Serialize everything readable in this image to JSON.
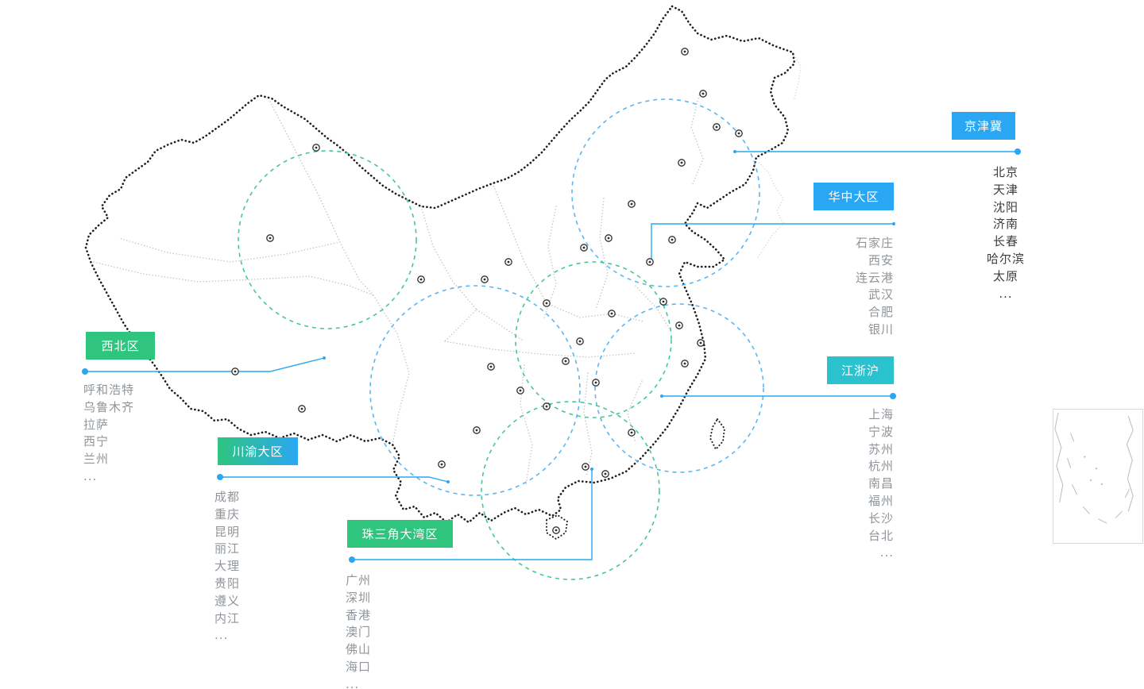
{
  "colors": {
    "blue": "#2aa7f2",
    "green": "#2fc57f",
    "teal": "#2bc2cf"
  },
  "regions": [
    {
      "id": "jingjinji",
      "label": "京津冀",
      "color": "#2aa7f2",
      "cities": [
        "北京",
        "天津",
        "沈阳",
        "济南",
        "长春",
        "哈尔滨",
        "太原",
        "..."
      ]
    },
    {
      "id": "huazhong",
      "label": "华中大区",
      "color": "#2aa7f2",
      "cities": [
        "石家庄",
        "西安",
        "连云港",
        "武汉",
        "合肥",
        "银川"
      ]
    },
    {
      "id": "xibei",
      "label": "西北区",
      "color": "#2fc57f",
      "cities": [
        "呼和浩特",
        "乌鲁木齐",
        "拉萨",
        "西宁",
        "兰州",
        "..."
      ]
    },
    {
      "id": "jiangzhehu",
      "label": "江浙沪",
      "color": "#2bc2cf",
      "cities": [
        "上海",
        "宁波",
        "苏州",
        "杭州",
        "南昌",
        "福州",
        "长沙",
        "台北",
        "..."
      ]
    },
    {
      "id": "chuanyu",
      "label": "川渝大区",
      "color": "linear-gradient(90deg,#2fc57f,#2aa7f2)",
      "cities": [
        "成都",
        "重庆",
        "昆明",
        "丽江",
        "大理",
        "贵阳",
        "遵义",
        "内江",
        "..."
      ]
    },
    {
      "id": "zhusanjiao",
      "label": "珠三角大湾区",
      "color": "#2fc57f",
      "cities": [
        "广州",
        "深圳",
        "香港",
        "澳门",
        "佛山",
        "海口",
        "..."
      ]
    }
  ]
}
